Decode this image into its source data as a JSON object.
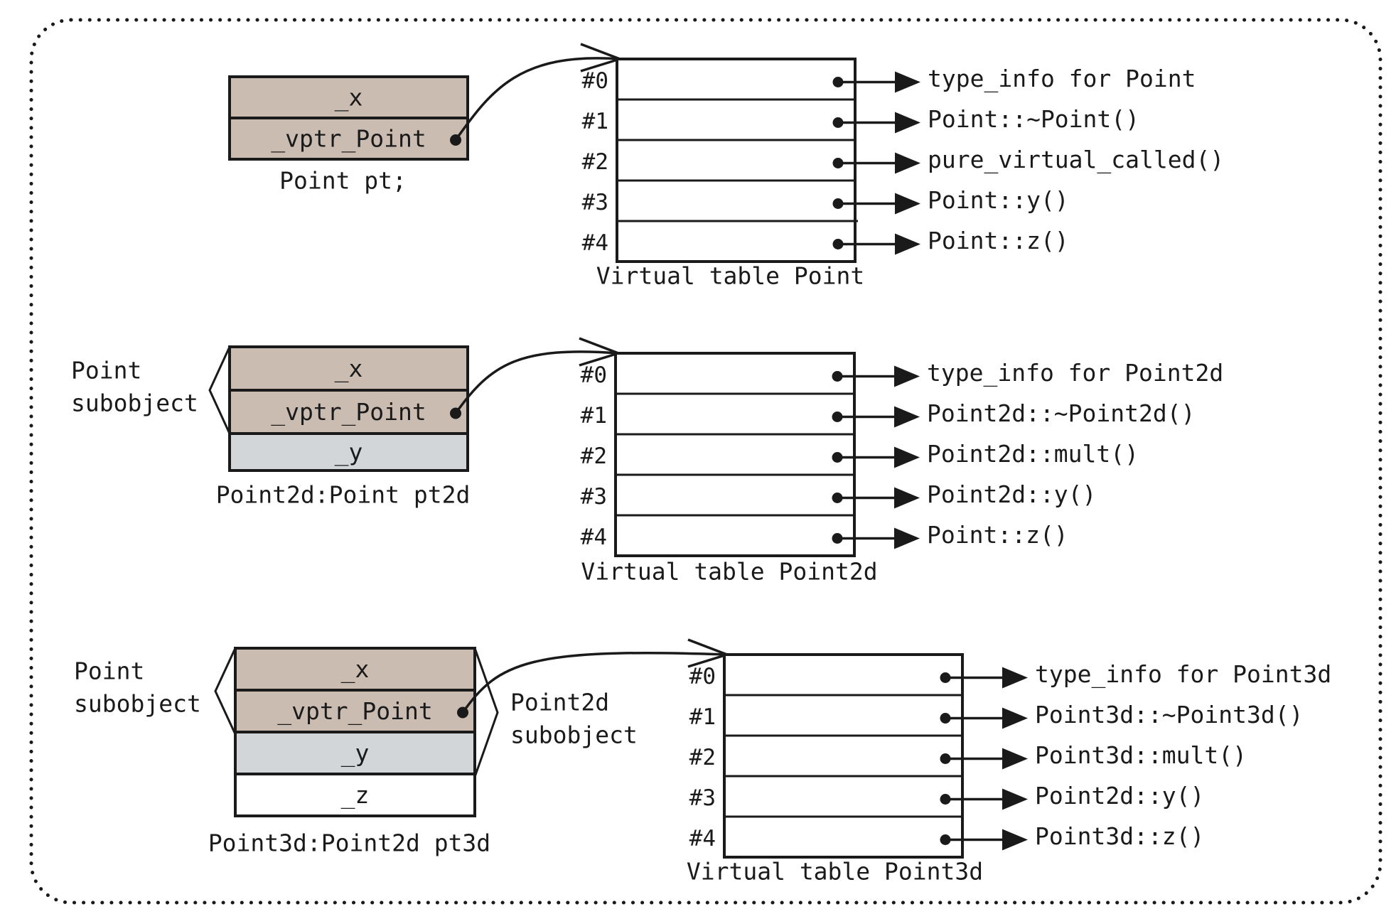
{
  "colors": {
    "point_field": "#cbbcb2",
    "point2d_field": "#d2d6d8",
    "point3d_field": "#ffffff",
    "ink": "#1a1a1a"
  },
  "objects": [
    {
      "caption": "Point pt;",
      "fields": [
        {
          "label": "_x",
          "owner": "Point"
        },
        {
          "label": "_vptr_Point",
          "owner": "Point",
          "vptr": true
        }
      ],
      "braces": []
    },
    {
      "caption": "Point2d:Point pt2d",
      "fields": [
        {
          "label": "_x",
          "owner": "Point"
        },
        {
          "label": "_vptr_Point",
          "owner": "Point",
          "vptr": true
        },
        {
          "label": "_y",
          "owner": "Point2d"
        }
      ],
      "braces": [
        {
          "side": "left",
          "lines": [
            "Point",
            "subobject"
          ]
        }
      ]
    },
    {
      "caption": "Point3d:Point2d pt3d",
      "fields": [
        {
          "label": "_x",
          "owner": "Point"
        },
        {
          "label": "_vptr_Point",
          "owner": "Point",
          "vptr": true
        },
        {
          "label": "_y",
          "owner": "Point2d"
        },
        {
          "label": "_z",
          "owner": "Point3d"
        }
      ],
      "braces": [
        {
          "side": "left",
          "lines": [
            "Point",
            "subobject"
          ]
        },
        {
          "side": "right",
          "lines": [
            "Point2d",
            "subobject"
          ]
        }
      ]
    }
  ],
  "vtables": [
    {
      "caption": "Virtual table Point",
      "slots": [
        "#0",
        "#1",
        "#2",
        "#3",
        "#4"
      ],
      "entries": [
        "type_info for Point",
        "Point::~Point()",
        "pure_virtual_called()",
        "Point::y()",
        "Point::z()"
      ]
    },
    {
      "caption": "Virtual table Point2d",
      "slots": [
        "#0",
        "#1",
        "#2",
        "#3",
        "#4"
      ],
      "entries": [
        "type_info for Point2d",
        "Point2d::~Point2d()",
        "Point2d::mult()",
        "Point2d::y()",
        "Point::z()"
      ]
    },
    {
      "caption": "Virtual table Point3d",
      "slots": [
        "#0",
        "#1",
        "#2",
        "#3",
        "#4"
      ],
      "entries": [
        "type_info for Point3d",
        "Point3d::~Point3d()",
        "Point3d::mult()",
        "Point2d::y()",
        "Point3d::z()"
      ]
    }
  ]
}
